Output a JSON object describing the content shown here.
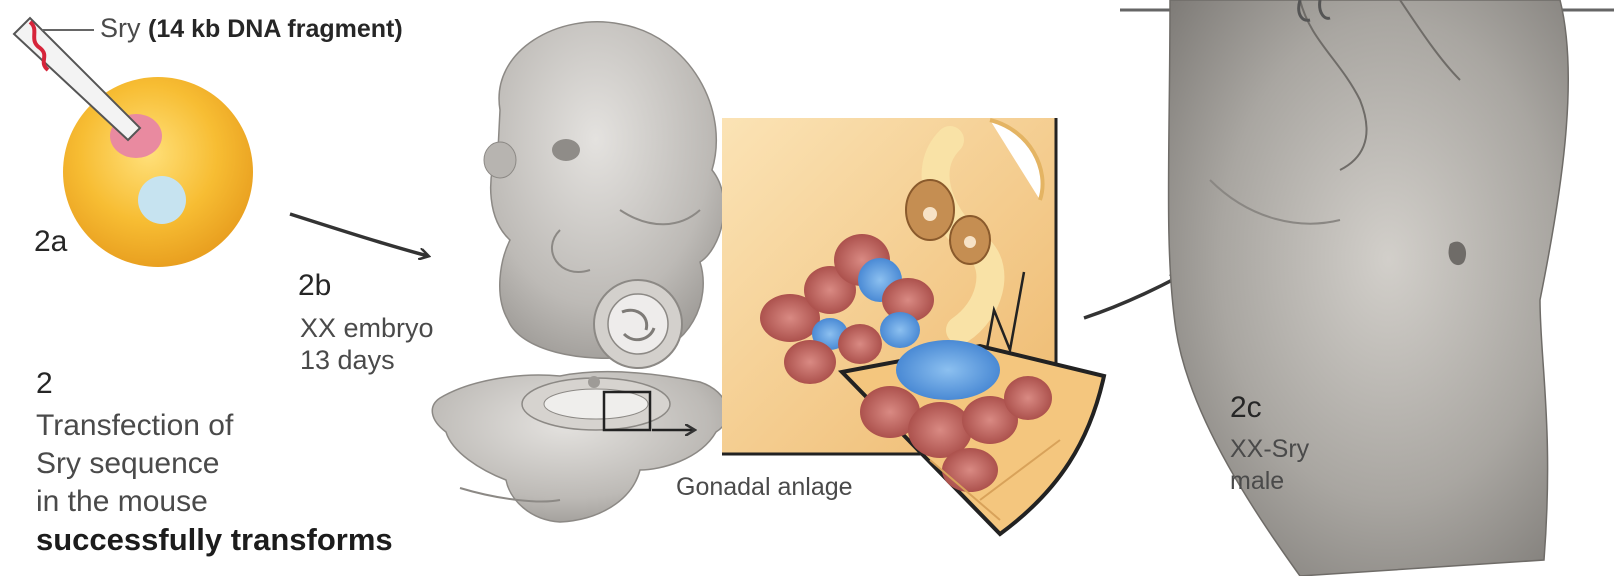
{
  "injection": {
    "gene": "Sry",
    "fragment": "(14 kb DNA fragment)"
  },
  "stage_labels": {
    "a": "2a",
    "b": "2b",
    "c": "2c"
  },
  "embryo": {
    "line1": "XX embryo",
    "line2": "13 days"
  },
  "male": {
    "line1": "XX-Sry",
    "line2": "male"
  },
  "gonad_caption": "Gonadal anlage",
  "description": {
    "number": "2",
    "line1": "Transfection of",
    "line2": "Sry sequence",
    "line3": "in the mouse",
    "line4": "successfully transforms"
  },
  "colors": {
    "egg": "#f5b52a",
    "pronucleus_male": "#e7879a",
    "pronucleus_female": "#bfe0ef",
    "tissue": "#f3c98a",
    "cell_red": "#b8524f",
    "cell_blue": "#4d8fd6",
    "arrow": "#333333",
    "mouse_fur": "#9a9690"
  }
}
